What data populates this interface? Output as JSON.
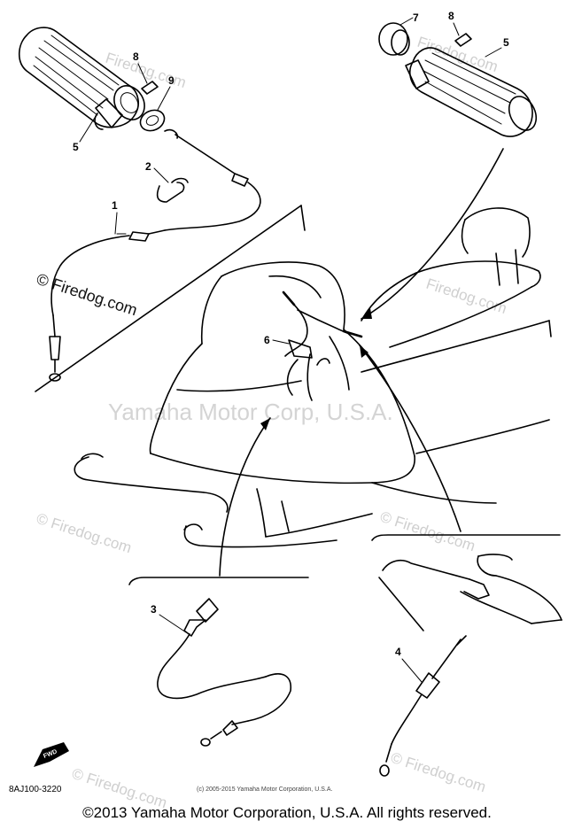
{
  "callouts": {
    "n1": "1",
    "n2": "2",
    "n3": "3",
    "n4": "4",
    "n5_left": "5",
    "n5_right": "5",
    "n6": "6",
    "n7": "7",
    "n8_left": "8",
    "n8_right": "8",
    "n9": "9"
  },
  "watermarks": {
    "firedog": "Firedog.com",
    "firedog_with_mark": "© Firedog.com",
    "brand": "Yamaha Motor Corp, U.S.A."
  },
  "part_code": "8AJ100-3220",
  "fine_print": "(c) 2005-2015 Yamaha Motor Corporation, U.S.A.",
  "copyright": "©2013 Yamaha Motor Corporation, U.S.A. All rights reserved.",
  "fwd_label": "FWD"
}
